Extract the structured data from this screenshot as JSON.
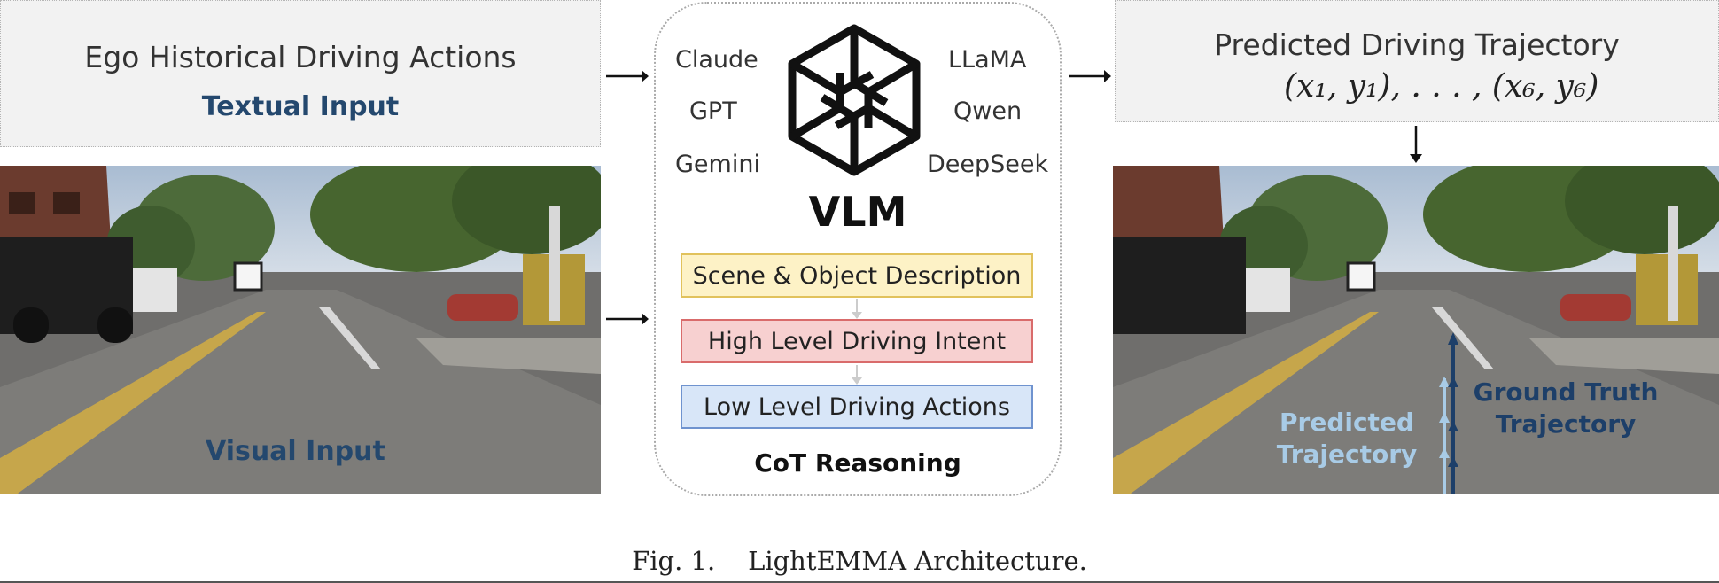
{
  "textual_box": {
    "title": "Ego Historical Driving Actions",
    "label": "Textual Input"
  },
  "visual_label": "Visual Input",
  "vlm": {
    "models_left": [
      "Claude",
      "GPT",
      "Gemini"
    ],
    "models_right": [
      "LLaMA",
      "Qwen",
      "DeepSeek"
    ],
    "title": "VLM",
    "stages": [
      {
        "label": "Scene & Object Description",
        "fill": "#fdf2c6",
        "border": "#e1c25c"
      },
      {
        "label": "High Level Driving Intent",
        "fill": "#f7d0d0",
        "border": "#d96b6b"
      },
      {
        "label": "Low Level Driving Actions",
        "fill": "#d8e6f8",
        "border": "#6f93cf"
      }
    ],
    "cot_label": "CoT Reasoning"
  },
  "output_box": {
    "title": "Predicted Driving Trajectory",
    "formula": "(x₁, y₁), . . . , (x₆, y₆)"
  },
  "overlay": {
    "predicted": [
      "Predicted",
      "Trajectory"
    ],
    "ground_truth": [
      "Ground Truth",
      "Trajectory"
    ],
    "predicted_color": "#a8cbe6",
    "ground_truth_color": "#1d3f69"
  },
  "caption": "Fig. 1.    LightEMMA Architecture."
}
